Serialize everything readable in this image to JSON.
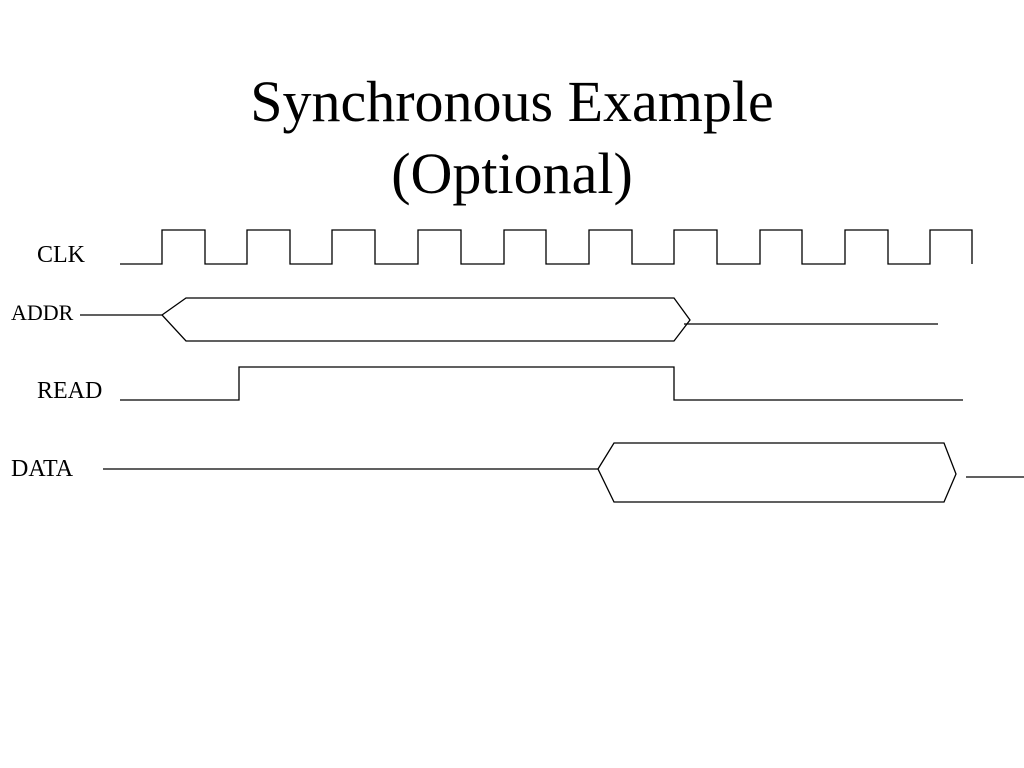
{
  "slide": {
    "title_line1": "Synchronous Example",
    "title_line2": "(Optional)"
  },
  "signals": {
    "clk": "CLK",
    "addr": "ADDR",
    "read": "READ",
    "data": "DATA"
  },
  "colors": {
    "background": "#ffffff",
    "ink": "#000000"
  }
}
